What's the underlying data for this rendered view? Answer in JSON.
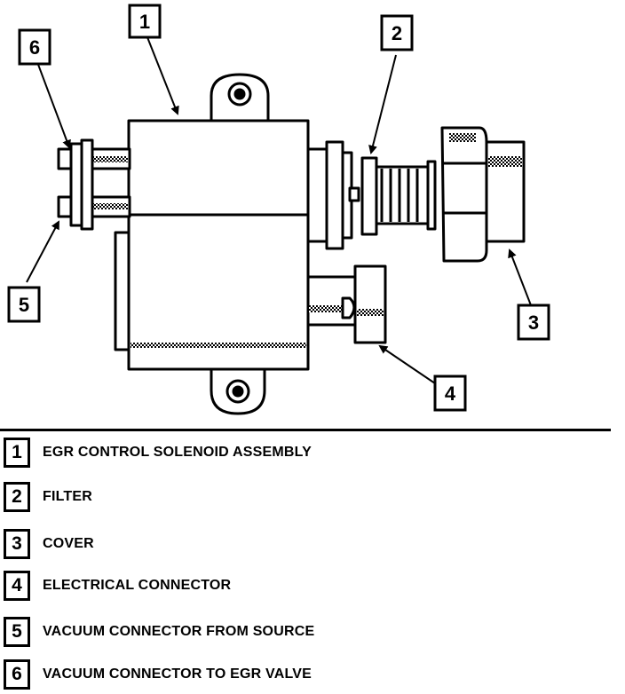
{
  "callouts": [
    {
      "num": "1"
    },
    {
      "num": "2"
    },
    {
      "num": "3"
    },
    {
      "num": "4"
    },
    {
      "num": "5"
    },
    {
      "num": "6"
    }
  ],
  "legend": [
    {
      "num": "1",
      "text": "EGR CONTROL SOLENOID ASSEMBLY"
    },
    {
      "num": "2",
      "text": "FILTER"
    },
    {
      "num": "3",
      "text": "COVER"
    },
    {
      "num": "4",
      "text": "ELECTRICAL CONNECTOR"
    },
    {
      "num": "5",
      "text": "VACUUM CONNECTOR FROM SOURCE"
    },
    {
      "num": "6",
      "text": "VACUUM CONNECTOR TO EGR VALVE"
    }
  ]
}
